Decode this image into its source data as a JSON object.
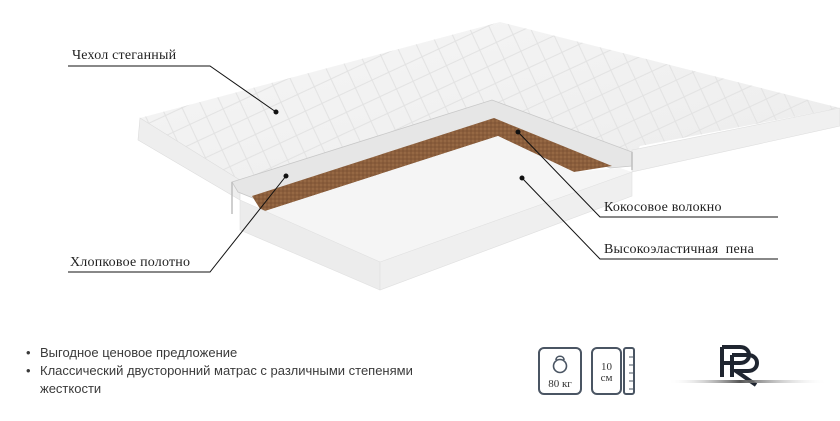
{
  "callouts": {
    "cover": "Чехол стеганный",
    "cotton": "Хлопковое полотно",
    "coconut": "Кокосовое волокно",
    "foam": "Высокоэластичная  пена"
  },
  "features": [
    "Выгодное ценовое предложение",
    "Классический двусторонний матрас с различными степенями жесткости"
  ],
  "specs": {
    "max_weight": {
      "icon": "kettlebell-icon",
      "value": "80 кг"
    },
    "height": {
      "icon": "ruler-icon",
      "value_number": "10",
      "value_unit": "см"
    }
  },
  "brand": {
    "logo_text": "PR"
  },
  "colors": {
    "coconut": "#8b5e3c",
    "foam": "#f4f4f4",
    "cover": "#efefef",
    "icon_stroke": "#4a5563",
    "logo": "#1f2530"
  }
}
